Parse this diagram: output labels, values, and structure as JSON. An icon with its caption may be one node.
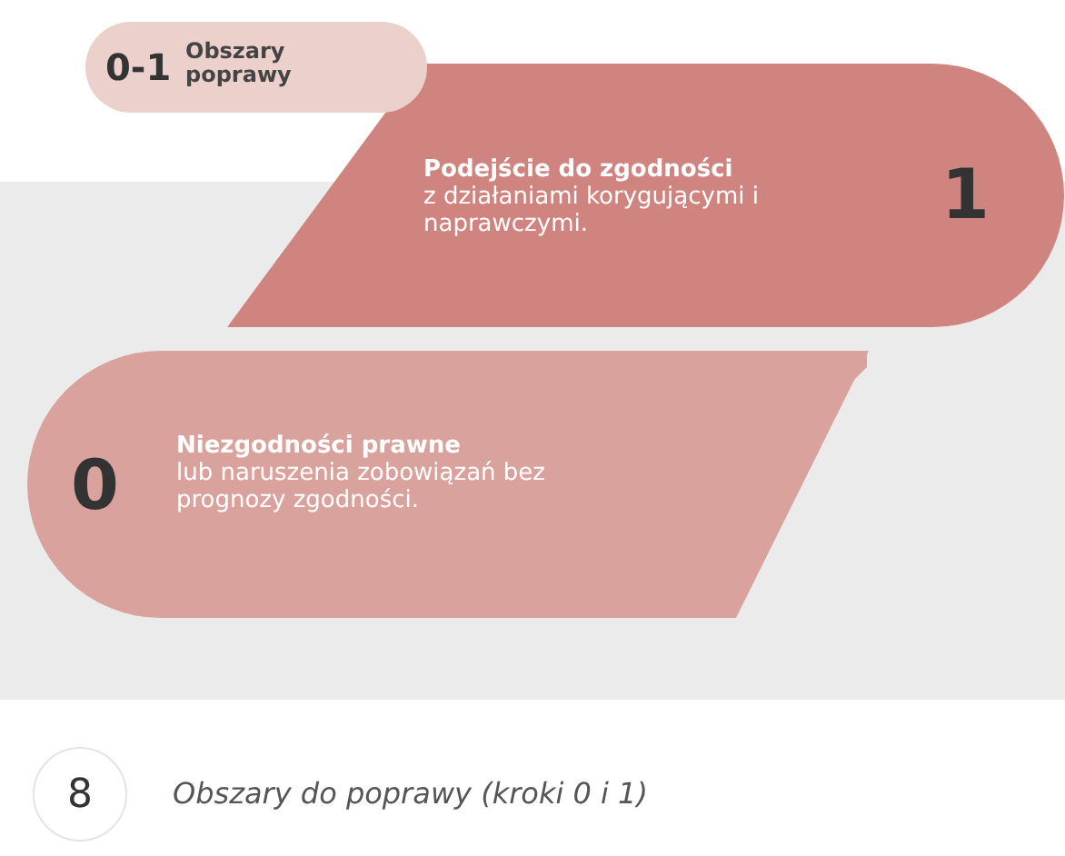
{
  "diagram": {
    "nodes": [
      {
        "text": [
          "0-1",
          "Obszary poprawy"
        ]
      },
      {
        "text": [
          "Podejście do zgodności",
          "z działaniami korygującymi i naprawczymi.",
          "1"
        ]
      },
      {
        "text": [
          "0",
          "Niezgodności prawne",
          "lub naruszenia zobowiązań bez prognozy zgodności."
        ]
      },
      {
        "text": [
          "8"
        ],
        "beside": [
          "Obszary do poprawy (kroki 0 i 1)"
        ]
      }
    ],
    "edges": [
      {
        "from": 2,
        "to": 1,
        "arrow": "to"
      }
    ]
  }
}
